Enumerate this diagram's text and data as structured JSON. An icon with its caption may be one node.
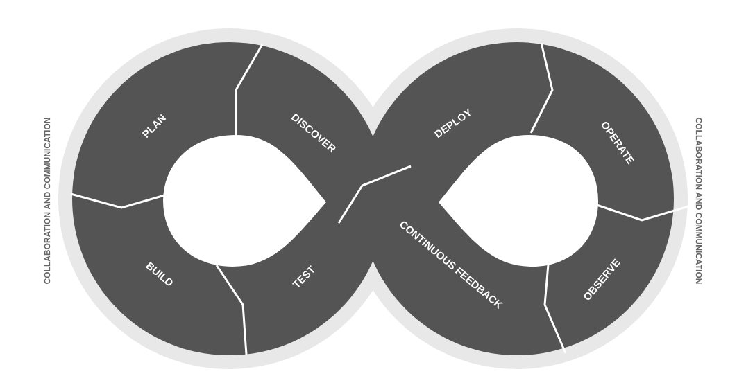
{
  "diagram": {
    "nodes": [
      {
        "text": [
          "PLAN"
        ]
      },
      {
        "text": [
          "DISCOVER"
        ]
      },
      {
        "text": [
          "DEPLOY"
        ]
      },
      {
        "text": [
          "OPERATE"
        ]
      },
      {
        "text": [
          "OBSERVE"
        ]
      },
      {
        "text": [
          "CONTINUOUS FEEDBACK"
        ]
      },
      {
        "text": [
          "TEST"
        ]
      },
      {
        "text": [
          "BUILD"
        ]
      }
    ],
    "labels": [
      "COLLABORATION AND COMMUNICATION",
      "COLLABORATION AND COMMUNICATION"
    ]
  }
}
